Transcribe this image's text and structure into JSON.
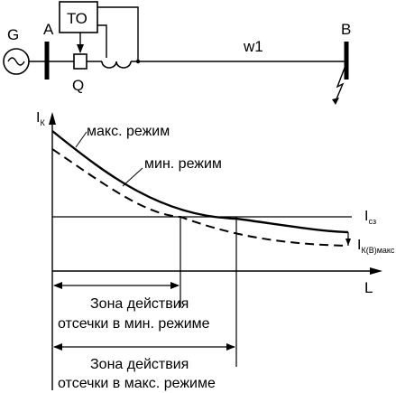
{
  "circuit": {
    "generator_label": "G",
    "bus_a_label": "A",
    "bus_b_label": "B",
    "protection_label": "ТО",
    "breaker_label": "Q",
    "line_label": "w1"
  },
  "graph": {
    "y_axis_main": "I",
    "y_axis_sub": "К",
    "x_axis": "L",
    "curve_max_label": "макс. режим",
    "curve_min_label": "мин. режим",
    "setting_main": "I",
    "setting_sub": "сз",
    "fault_current_main": "I",
    "fault_current_sub": "К(В)макс",
    "zone_min_line1": "Зона действия",
    "zone_min_line2": "отсечки в мин. режиме",
    "zone_max_line1": "Зона действия",
    "zone_max_line2": "отсечки в макс. режиме"
  }
}
